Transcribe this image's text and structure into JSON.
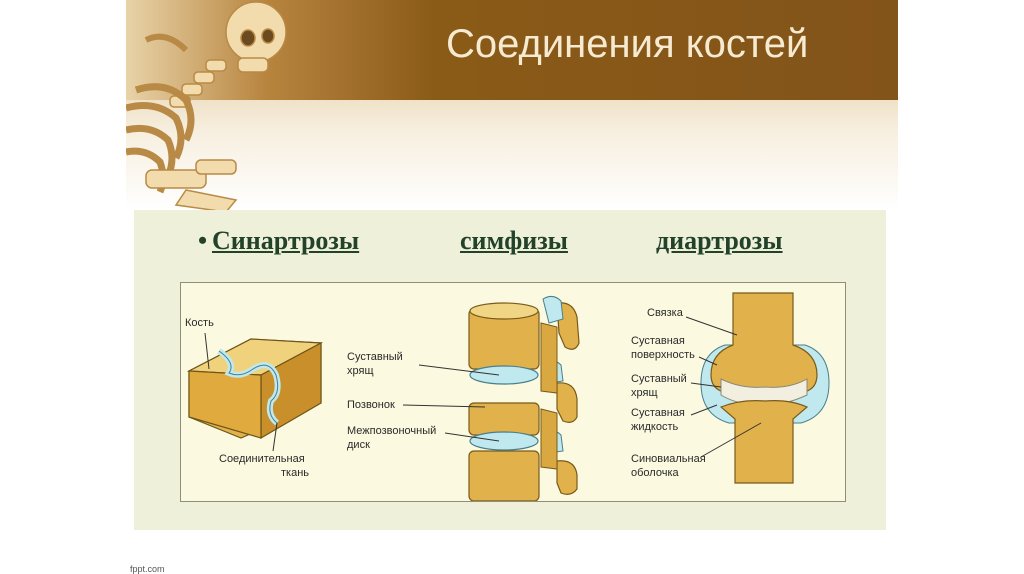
{
  "slide": {
    "title": "Соединения костей",
    "bullets": [
      "Синартрозы",
      "симфизы",
      "диартрозы"
    ],
    "footer": "fppt.com"
  },
  "diagram": {
    "synarthrosis_labels": {
      "bone": "Кость",
      "connective_tissue_line1": "Соединительная",
      "connective_tissue_line2": "ткань"
    },
    "symphysis_labels": {
      "cartilage_line1": "Суставный",
      "cartilage_line2": "хрящ",
      "vertebra": "Позвонок",
      "disc_line1": "Межпозвоночный",
      "disc_line2": "диск"
    },
    "diarthrosis_labels": {
      "ligament": "Связка",
      "surface_line1": "Суставная",
      "surface_line2": "поверхность",
      "cartilage_line1": "Суставный",
      "cartilage_line2": "хрящ",
      "fluid_line1": "Суставная",
      "fluid_line2": "жидкость",
      "membrane_line1": "Синовиальная",
      "membrane_line2": "оболочка"
    }
  }
}
